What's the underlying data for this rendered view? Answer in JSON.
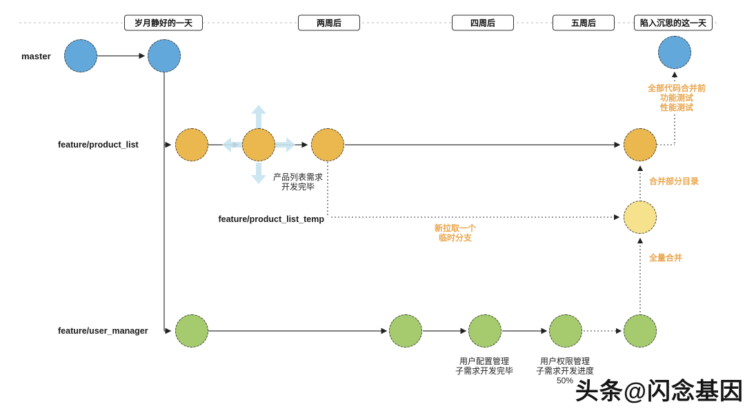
{
  "timeline": {
    "labels": [
      "岁月静好的一天",
      "两周后",
      "四周后",
      "五周后",
      "陷入沉思的这一天"
    ]
  },
  "branches": {
    "master_label": "master",
    "product_list_label": "feature/product_list",
    "product_list_temp_label": "feature/product_list_temp",
    "user_manager_label": "feature/user_manager"
  },
  "annotations": {
    "product_list_done": "产品列表需求\n开发完毕",
    "new_temp_branch": "新拉取一个\n临时分支",
    "pre_merge_tests": "全部代码合并前\n功能测试\n性能测试",
    "merge_partial_dirs": "合并部分目录",
    "merge_full": "全量合并",
    "user_config_done": "用户配置管理\n子需求开发完毕",
    "user_perm_progress": "用户权限管理\n子需求开发进度\n50%"
  },
  "watermark": "头条@闪念基因",
  "icons": {
    "move_handle": "move-arrows-icon"
  },
  "colors": {
    "master_node": "#63a8da",
    "product_list_node": "#ebb84f",
    "temp_node": "#f6e28c",
    "user_manager_node": "#a5cb6e",
    "annotation_text": "#e9a64d",
    "connector_line": "#333333",
    "timeline_line": "#c4c4c4",
    "move_arrows": "#c7e4f0"
  }
}
